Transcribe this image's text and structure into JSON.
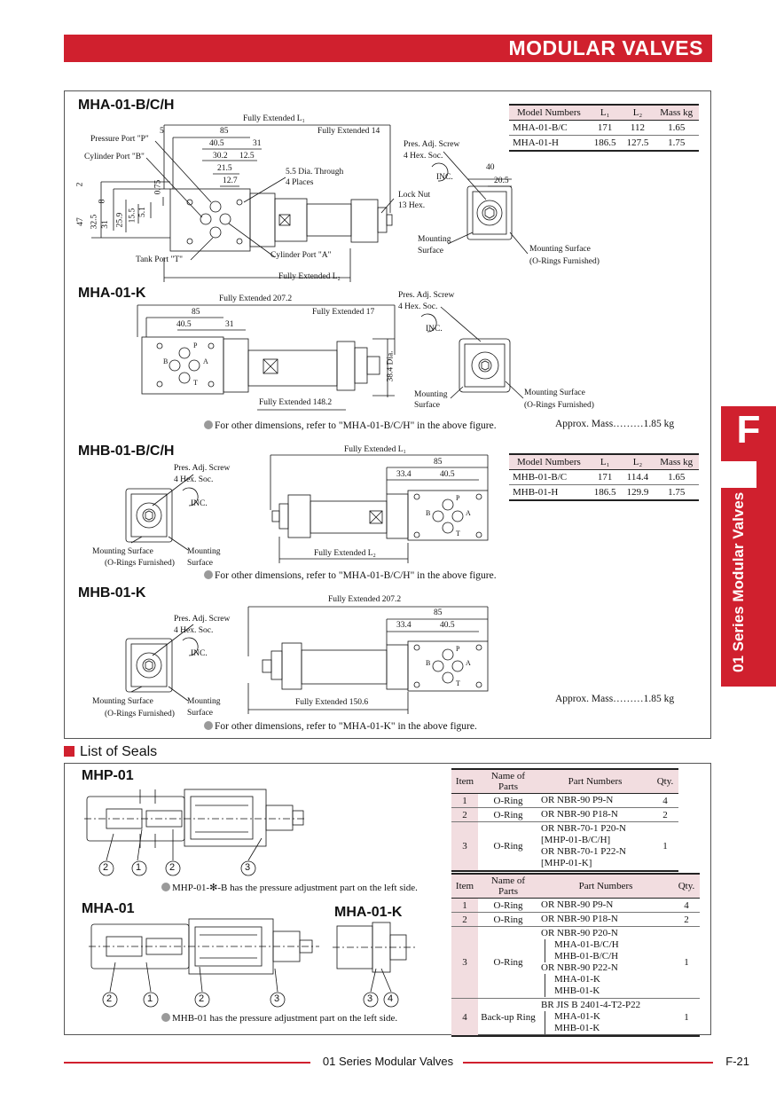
{
  "header": {
    "title": "MODULAR VALVES"
  },
  "side_tab": {
    "letter": "F",
    "label": "01 Series Modular Valves"
  },
  "sections": {
    "mha_bch": {
      "title": "MHA-01-B/C/H",
      "labels": {
        "fully_ext_l1": "Fully Extended  L₁",
        "fully_ext_14": "Fully Extended 14",
        "fully_ext_l2": "Fully Extended  L₂",
        "pressure_port": "Pressure Port \"P\"",
        "cylinder_port_b": "Cylinder Port \"B\"",
        "tank_port": "Tank Port \"T\"",
        "cylinder_port_a": "Cylinder Port \"A\"",
        "dia_through": "5.5 Dia. Through",
        "places": "4 Places",
        "pres_adj": "Pres. Adj. Screw",
        "hex_soc": "4 Hex. Soc.",
        "inc": "INC.",
        "lock_nut": "Lock Nut",
        "hex13": "13 Hex.",
        "mounting": "Mounting",
        "surface": "Surface",
        "mounting_surface": "Mounting Surface",
        "o_rings": "(O-Rings Furnished)"
      },
      "dims": {
        "d5": "5",
        "d85": "85",
        "d40_5": "40.5",
        "d31": "31",
        "d30_2": "30.2",
        "d12_5": "12.5",
        "d21_5": "21.5",
        "d12_7": "12.7",
        "d2": "2",
        "d0_75": "0.75",
        "d8": "8",
        "d47": "47",
        "d32_5": "32.5",
        "d31v": "31",
        "d25_9": "25.9",
        "d15_5": "15.5",
        "d5_1": "5.1",
        "d40": "40",
        "d20_5": "20.5"
      },
      "table": {
        "headers": [
          "Model Numbers",
          "L₁",
          "L₂",
          "Mass kg"
        ],
        "rows": [
          [
            "MHA-01-B/C",
            "171",
            "112",
            "1.65"
          ],
          [
            "MHA-01-H",
            "186.5",
            "127.5",
            "1.75"
          ]
        ]
      }
    },
    "mha_k": {
      "title": "MHA-01-K",
      "labels": {
        "fully_ext_207": "Fully Extended  207.2",
        "fully_ext_17": "Fully Extended 17",
        "fully_ext_148": "Fully Extended  148.2",
        "dia": "38.4 Dia.",
        "pres_adj": "Pres. Adj. Screw",
        "hex_soc": "4 Hex. Soc.",
        "inc": "INC.",
        "mounting": "Mounting",
        "surface": "Surface",
        "mounting_surface": "Mounting Surface",
        "o_rings": "(O-Rings Furnished)"
      },
      "dims": {
        "d85": "85",
        "d40_5": "40.5",
        "d31": "31"
      },
      "note": "For other dimensions, refer to \"MHA-01-B/C/H\" in the above figure.",
      "mass": "Approx. Mass………1.85 kg"
    },
    "mhb_bch": {
      "title": "MHB-01-B/C/H",
      "labels": {
        "fully_ext_l1": "Fully Extended  L₁",
        "fully_ext_l2": "Fully Extended  L₂",
        "pres_adj": "Pres. Adj. Screw",
        "hex_soc": "4 Hex. Soc.",
        "inc": "INC.",
        "mounting_surface": "Mounting Surface",
        "o_rings": "(O-Rings Furnished)",
        "mounting": "Mounting",
        "surface": "Surface"
      },
      "dims": {
        "d85": "85",
        "d33_4": "33.4",
        "d40_5": "40.5"
      },
      "table": {
        "headers": [
          "Model Numbers",
          "L₁",
          "L₂",
          "Mass kg"
        ],
        "rows": [
          [
            "MHB-01-B/C",
            "171",
            "114.4",
            "1.65"
          ],
          [
            "MHB-01-H",
            "186.5",
            "129.9",
            "1.75"
          ]
        ]
      },
      "note": "For other dimensions, refer to \"MHA-01-B/C/H\" in the above figure."
    },
    "mhb_k": {
      "title": "MHB-01-K",
      "labels": {
        "fully_ext_207": "Fully Extended  207.2",
        "fully_ext_150": "Fully Extended  150.6",
        "pres_adj": "Pres. Adj. Screw",
        "hex_soc": "4 Hex. Soc.",
        "inc": "INC.",
        "mounting_surface": "Mounting Surface",
        "o_rings": "(O-Rings Furnished)",
        "mounting": "Mounting",
        "surface": "Surface"
      },
      "dims": {
        "d85": "85",
        "d33_4": "33.4",
        "d40_5": "40.5"
      },
      "mass": "Approx. Mass………1.85 kg",
      "note": "For other dimensions, refer to \"MHA-01-K\" in the above figure."
    }
  },
  "port_letters": {
    "p": "P",
    "b": "B",
    "a": "A",
    "t": "T"
  },
  "seals": {
    "heading": "List of Seals",
    "mhp_title": "MHP-01",
    "mha_title": "MHA-01",
    "mhak_title": "MHA-01-K",
    "callouts": {
      "c1": "1",
      "c2": "2",
      "c3": "3",
      "c4": "4"
    },
    "mhp_note": "MHP-01-✻-B has the pressure adjustment part on the left side.",
    "mha_note": "MHB-01 has the pressure adjustment part on the left side.",
    "table1": {
      "headers": [
        "Item",
        "Name of Parts",
        "Part Numbers",
        "Qty."
      ],
      "rows": [
        {
          "item": "1",
          "name": "O-Ring",
          "parts": [
            "OR NBR-90 P9-N"
          ],
          "qty": "4"
        },
        {
          "item": "2",
          "name": "O-Ring",
          "parts": [
            "OR NBR-90 P18-N"
          ],
          "qty": "2"
        },
        {
          "item": "3",
          "name": "O-Ring",
          "parts": [
            "OR NBR-70-1 P20-N",
            "[MHP-01-B/C/H]",
            "OR NBR-70-1 P22-N",
            "[MHP-01-K]"
          ],
          "qty": "1"
        }
      ]
    },
    "table2": {
      "headers": [
        "Item",
        "Name of Parts",
        "Part Numbers",
        "Qty."
      ],
      "rows": [
        {
          "item": "1",
          "name": "O-Ring",
          "parts": [
            "OR NBR-90 P9-N"
          ],
          "qty": "4"
        },
        {
          "item": "2",
          "name": "O-Ring",
          "parts": [
            "OR NBR-90 P18-N"
          ],
          "qty": "2"
        },
        {
          "item": "3",
          "name": "O-Ring",
          "parts": [
            "OR NBR-90 P20-N",
            "MHA-01-B/C/H",
            "MHB-01-B/C/H",
            "OR NBR-90 P22-N",
            "MHA-01-K",
            "MHB-01-K"
          ],
          "qty": "1"
        },
        {
          "item": "4",
          "name": "Back-up Ring",
          "parts": [
            "BR JIS B 2401-4-T2-P22",
            "MHA-01-K",
            "MHB-01-K"
          ],
          "qty": "1"
        }
      ]
    }
  },
  "footer": {
    "text": "01 Series Modular Valves",
    "page": "F-21"
  }
}
